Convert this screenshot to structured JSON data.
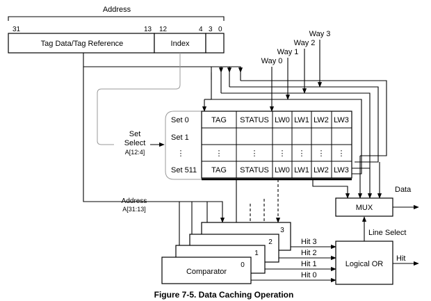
{
  "address": {
    "title": "Address",
    "bit_31": "31",
    "bit_13": "13",
    "bit_12": "12",
    "bit_4": "4",
    "bit_3": "3",
    "bit_0": "0",
    "tag_field": "Tag Data/Tag Reference",
    "index_field": "Index"
  },
  "ways": [
    "Way 0",
    "Way 1",
    "Way 2",
    "Way 3"
  ],
  "set_select": {
    "line1": "Set",
    "line2": "Select",
    "bits": "A[12:4]"
  },
  "sets": [
    "Set 0",
    "Set 1",
    "Set 511"
  ],
  "columns": [
    "TAG",
    "STATUS",
    "LW0",
    "LW1",
    "LW2",
    "LW3"
  ],
  "dots": "⋮",
  "address_bus": {
    "label": "Address",
    "bits": "A[31:13]"
  },
  "comparator": {
    "label": "Comparator",
    "ids": [
      "0",
      "1",
      "2",
      "3"
    ]
  },
  "hits": [
    "Hit 3",
    "Hit 2",
    "Hit 1",
    "Hit 0"
  ],
  "logical_or": "Logical OR",
  "hit_out": "Hit",
  "mux": "MUX",
  "data_out": "Data",
  "line_select": "Line Select",
  "caption": "Figure 7-5. Data Caching Operation"
}
